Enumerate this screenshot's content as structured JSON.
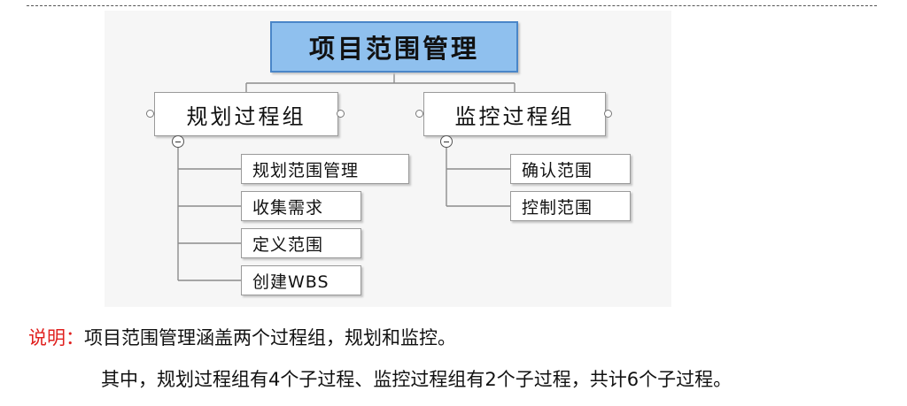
{
  "diagram": {
    "root": "项目范围管理",
    "groups": [
      {
        "label": "规划过程组",
        "children": [
          "规划范围管理",
          "收集需求",
          "定义范围",
          "创建WBS"
        ]
      },
      {
        "label": "监控过程组",
        "children": [
          "确认范围",
          "控制范围"
        ]
      }
    ],
    "colors": {
      "root_fill": "#8fc0ee",
      "root_border": "#4a86c8",
      "note_label": "#e0201e"
    }
  },
  "note": {
    "label": "说明：",
    "line1": "项目范围管理涵盖两个过程组，规划和监控。",
    "line2": "其中，规划过程组有4个子过程、监控过程组有2个子过程，共计6个子过程。"
  }
}
